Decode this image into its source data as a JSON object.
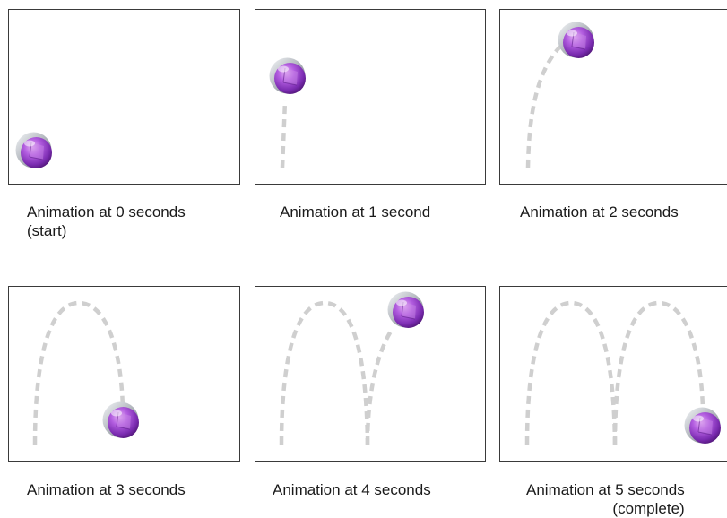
{
  "panels": [
    {
      "caption": [
        "Animation at 0 seconds",
        "(start)"
      ]
    },
    {
      "caption": [
        "Animation at 1 second"
      ]
    },
    {
      "caption": [
        "Animation at 2 seconds"
      ]
    },
    {
      "caption": [
        "Animation at 3 seconds"
      ]
    },
    {
      "caption": [
        "Animation at 4 seconds"
      ]
    },
    {
      "caption": [
        "Animation at 5 seconds",
        "(complete)"
      ]
    }
  ],
  "ball_icon": "purple-sphere-icon",
  "colors": {
    "frame_border": "#3a3a3a",
    "trail": "#cfcfcf",
    "ball": "#8a3fc0",
    "ball_rim": "#9aa0a8"
  }
}
